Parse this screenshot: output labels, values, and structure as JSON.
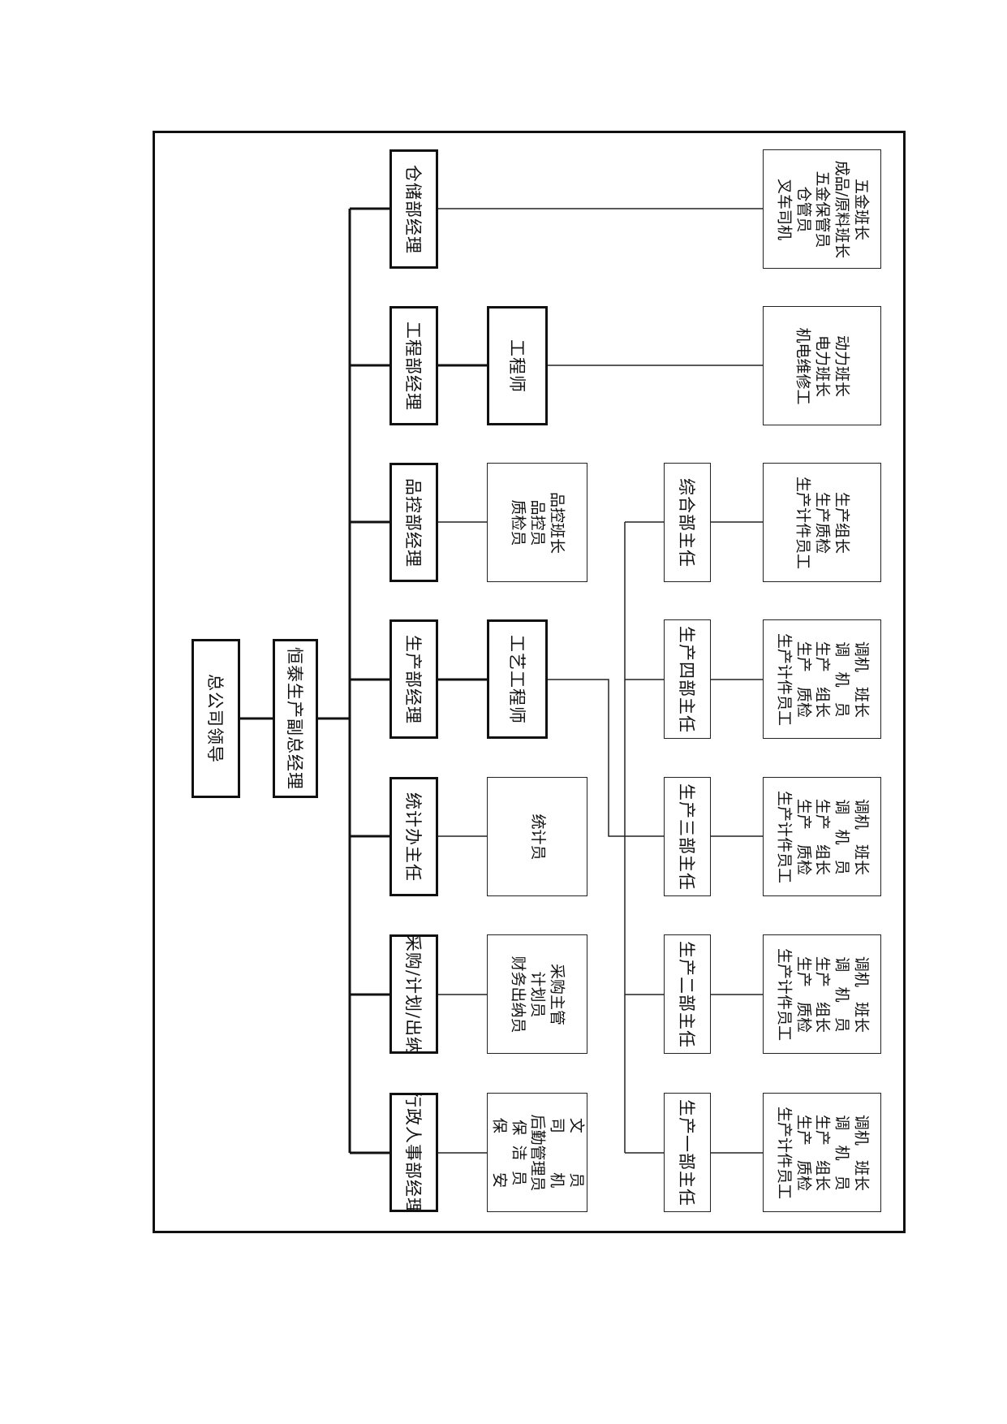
{
  "org": {
    "top": "总公司领导",
    "vice_gm": "恒泰生产副总经理",
    "departments": [
      {
        "title": "行政人事部经理",
        "staff": [
          "文        员",
          "司        机",
          "后勤管理员",
          "保  洁  员",
          "保        安"
        ]
      },
      {
        "title": "采购/计划/出纳",
        "staff": [
          "采购主管",
          "计划员",
          "财务出纳员"
        ]
      },
      {
        "title": "统计办主任",
        "staff": [
          "统计员"
        ]
      },
      {
        "title": "生产部经理",
        "sub": "工艺工程师"
      },
      {
        "title": "品控部经理",
        "staff": [
          "品控班长",
          "品控员",
          "质检员"
        ]
      },
      {
        "title": "工程部经理",
        "sub": "工程师",
        "staff": [
          "动力班长",
          "电力班长",
          "机电维修工"
        ]
      },
      {
        "title": "仓储部经理",
        "staff": [
          "五金班长",
          "成品/原料班长",
          "五金保管员",
          "仓管员",
          "叉车司机"
        ]
      }
    ],
    "production_units": [
      {
        "title": "生产一部主任",
        "staff": [
          "调机   班长",
          "调   机   员",
          "生产   组长",
          "生产   质检",
          "生产计件员工"
        ]
      },
      {
        "title": "生产二部主任",
        "staff": [
          "调机   班长",
          "调   机   员",
          "生产   组长",
          "生产   质检",
          "生产计件员工"
        ]
      },
      {
        "title": "生产三部主任",
        "staff": [
          "调机   班长",
          "调   机   员",
          "生产   组长",
          "生产   质检",
          "生产计件员工"
        ]
      },
      {
        "title": "生产四部主任",
        "staff": [
          "调机   班长",
          "调   机   员",
          "生产   组长",
          "生产   质检",
          "生产计件员工"
        ]
      },
      {
        "title": "综合部主任",
        "staff": [
          "生产组长",
          "生产质检",
          "生产计件员工"
        ]
      }
    ]
  }
}
